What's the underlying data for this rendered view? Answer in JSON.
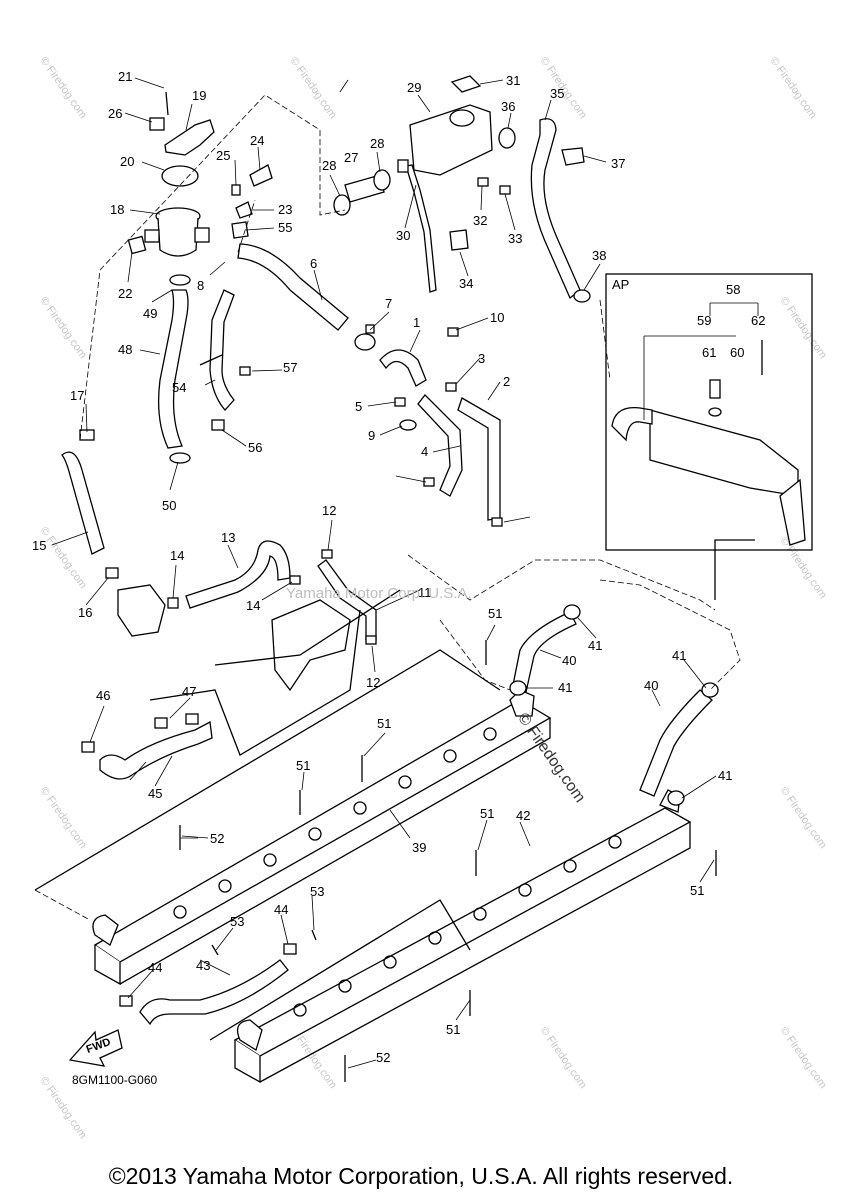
{
  "diagram": {
    "drawing_code": "8GM1100-G060",
    "copyright_footer": "©2013 Yamaha Motor Corporation, U.S.A. All rights reserved.",
    "watermark_center": "Yamaha Motor Corp. U.S.A.",
    "watermark_side": "© Firedog.com",
    "ap_label": "AP",
    "fwd_label": "FWD",
    "callouts": [
      "1",
      "2",
      "3",
      "4",
      "5",
      "6",
      "7",
      "8",
      "9",
      "10",
      "11",
      "12",
      "13",
      "14",
      "15",
      "16",
      "17",
      "18",
      "19",
      "20",
      "21",
      "22",
      "23",
      "24",
      "25",
      "26",
      "27",
      "28",
      "29",
      "30",
      "31",
      "32",
      "33",
      "34",
      "35",
      "36",
      "37",
      "38",
      "39",
      "40",
      "41",
      "42",
      "43",
      "44",
      "45",
      "46",
      "47",
      "48",
      "49",
      "50",
      "51",
      "52",
      "53",
      "54",
      "55",
      "56",
      "57",
      "58",
      "59",
      "60",
      "61",
      "62"
    ]
  }
}
